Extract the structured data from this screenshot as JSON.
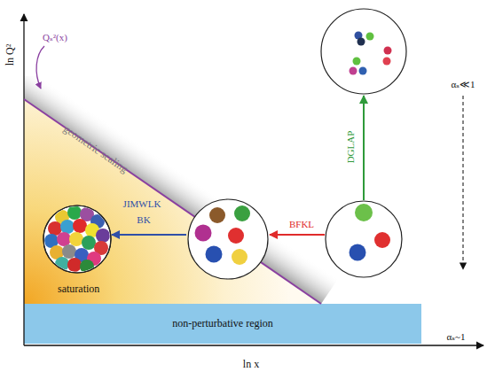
{
  "diagram": {
    "nodes": [
      {
        "text": [
          "saturation"
        ]
      },
      {
        "text": [
          "non-perturbative region"
        ]
      }
    ],
    "labels": [
      "ln Q²",
      "ln x",
      "Qₛ²(x)",
      "geometric scaling",
      "JIMWLK",
      "BK",
      "BFKL",
      "DGLAP",
      "αₛ≪1",
      "αₛ~1"
    ]
  }
}
